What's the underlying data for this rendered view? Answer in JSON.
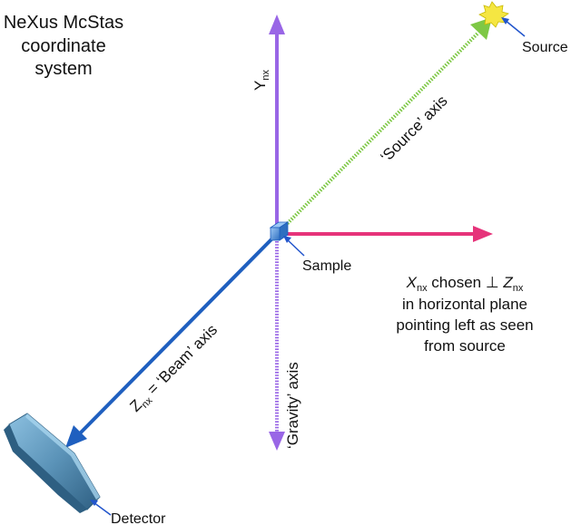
{
  "title": {
    "line1": "NeXus McStas",
    "line2": "coordinate",
    "line3": "system"
  },
  "labels": {
    "y_axis_main": "Y",
    "y_axis_sub": "nx",
    "source_axis": "‘Source’ axis",
    "source": "Source",
    "sample": "Sample",
    "gravity_axis": "‘Gravity’ axis",
    "beam_axis_main": "Z",
    "beam_axis_sub": "nx",
    "beam_axis_rest": " = ‘Beam’ axis",
    "detector": "Detector"
  },
  "x_note": {
    "x_main": "X",
    "x_sub": "nx",
    "chosen": " chosen ⊥ ",
    "z_main": "Z",
    "z_sub": "nx",
    "line2": "in horizontal plane",
    "line3": "pointing left as seen",
    "line4": "from source"
  },
  "colors": {
    "y_axis": "#9966e6",
    "x_axis": "#e6337a",
    "source_axis": "#7ec845",
    "gravity_axis": "#9966e6",
    "beam_axis": "#1f5fbf",
    "label_pointer": "#2255cc",
    "sample": "#4a90e2",
    "source_burst": "#f5e642",
    "detector": "#5b93b8"
  }
}
